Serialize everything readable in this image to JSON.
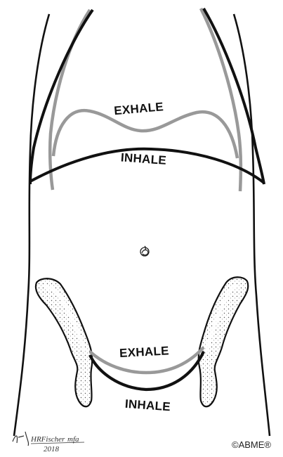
{
  "labels": {
    "diaphragm_exhale": "EXHALE",
    "diaphragm_inhale": "INHALE",
    "pelvic_exhale": "EXHALE",
    "pelvic_inhale": "INHALE"
  },
  "signature": "HRFischer MFA 2018",
  "copyright": "©ABME®",
  "colors": {
    "inhale": "#111111",
    "exhale": "#999999",
    "bone_fill": "#f4f4f4"
  }
}
